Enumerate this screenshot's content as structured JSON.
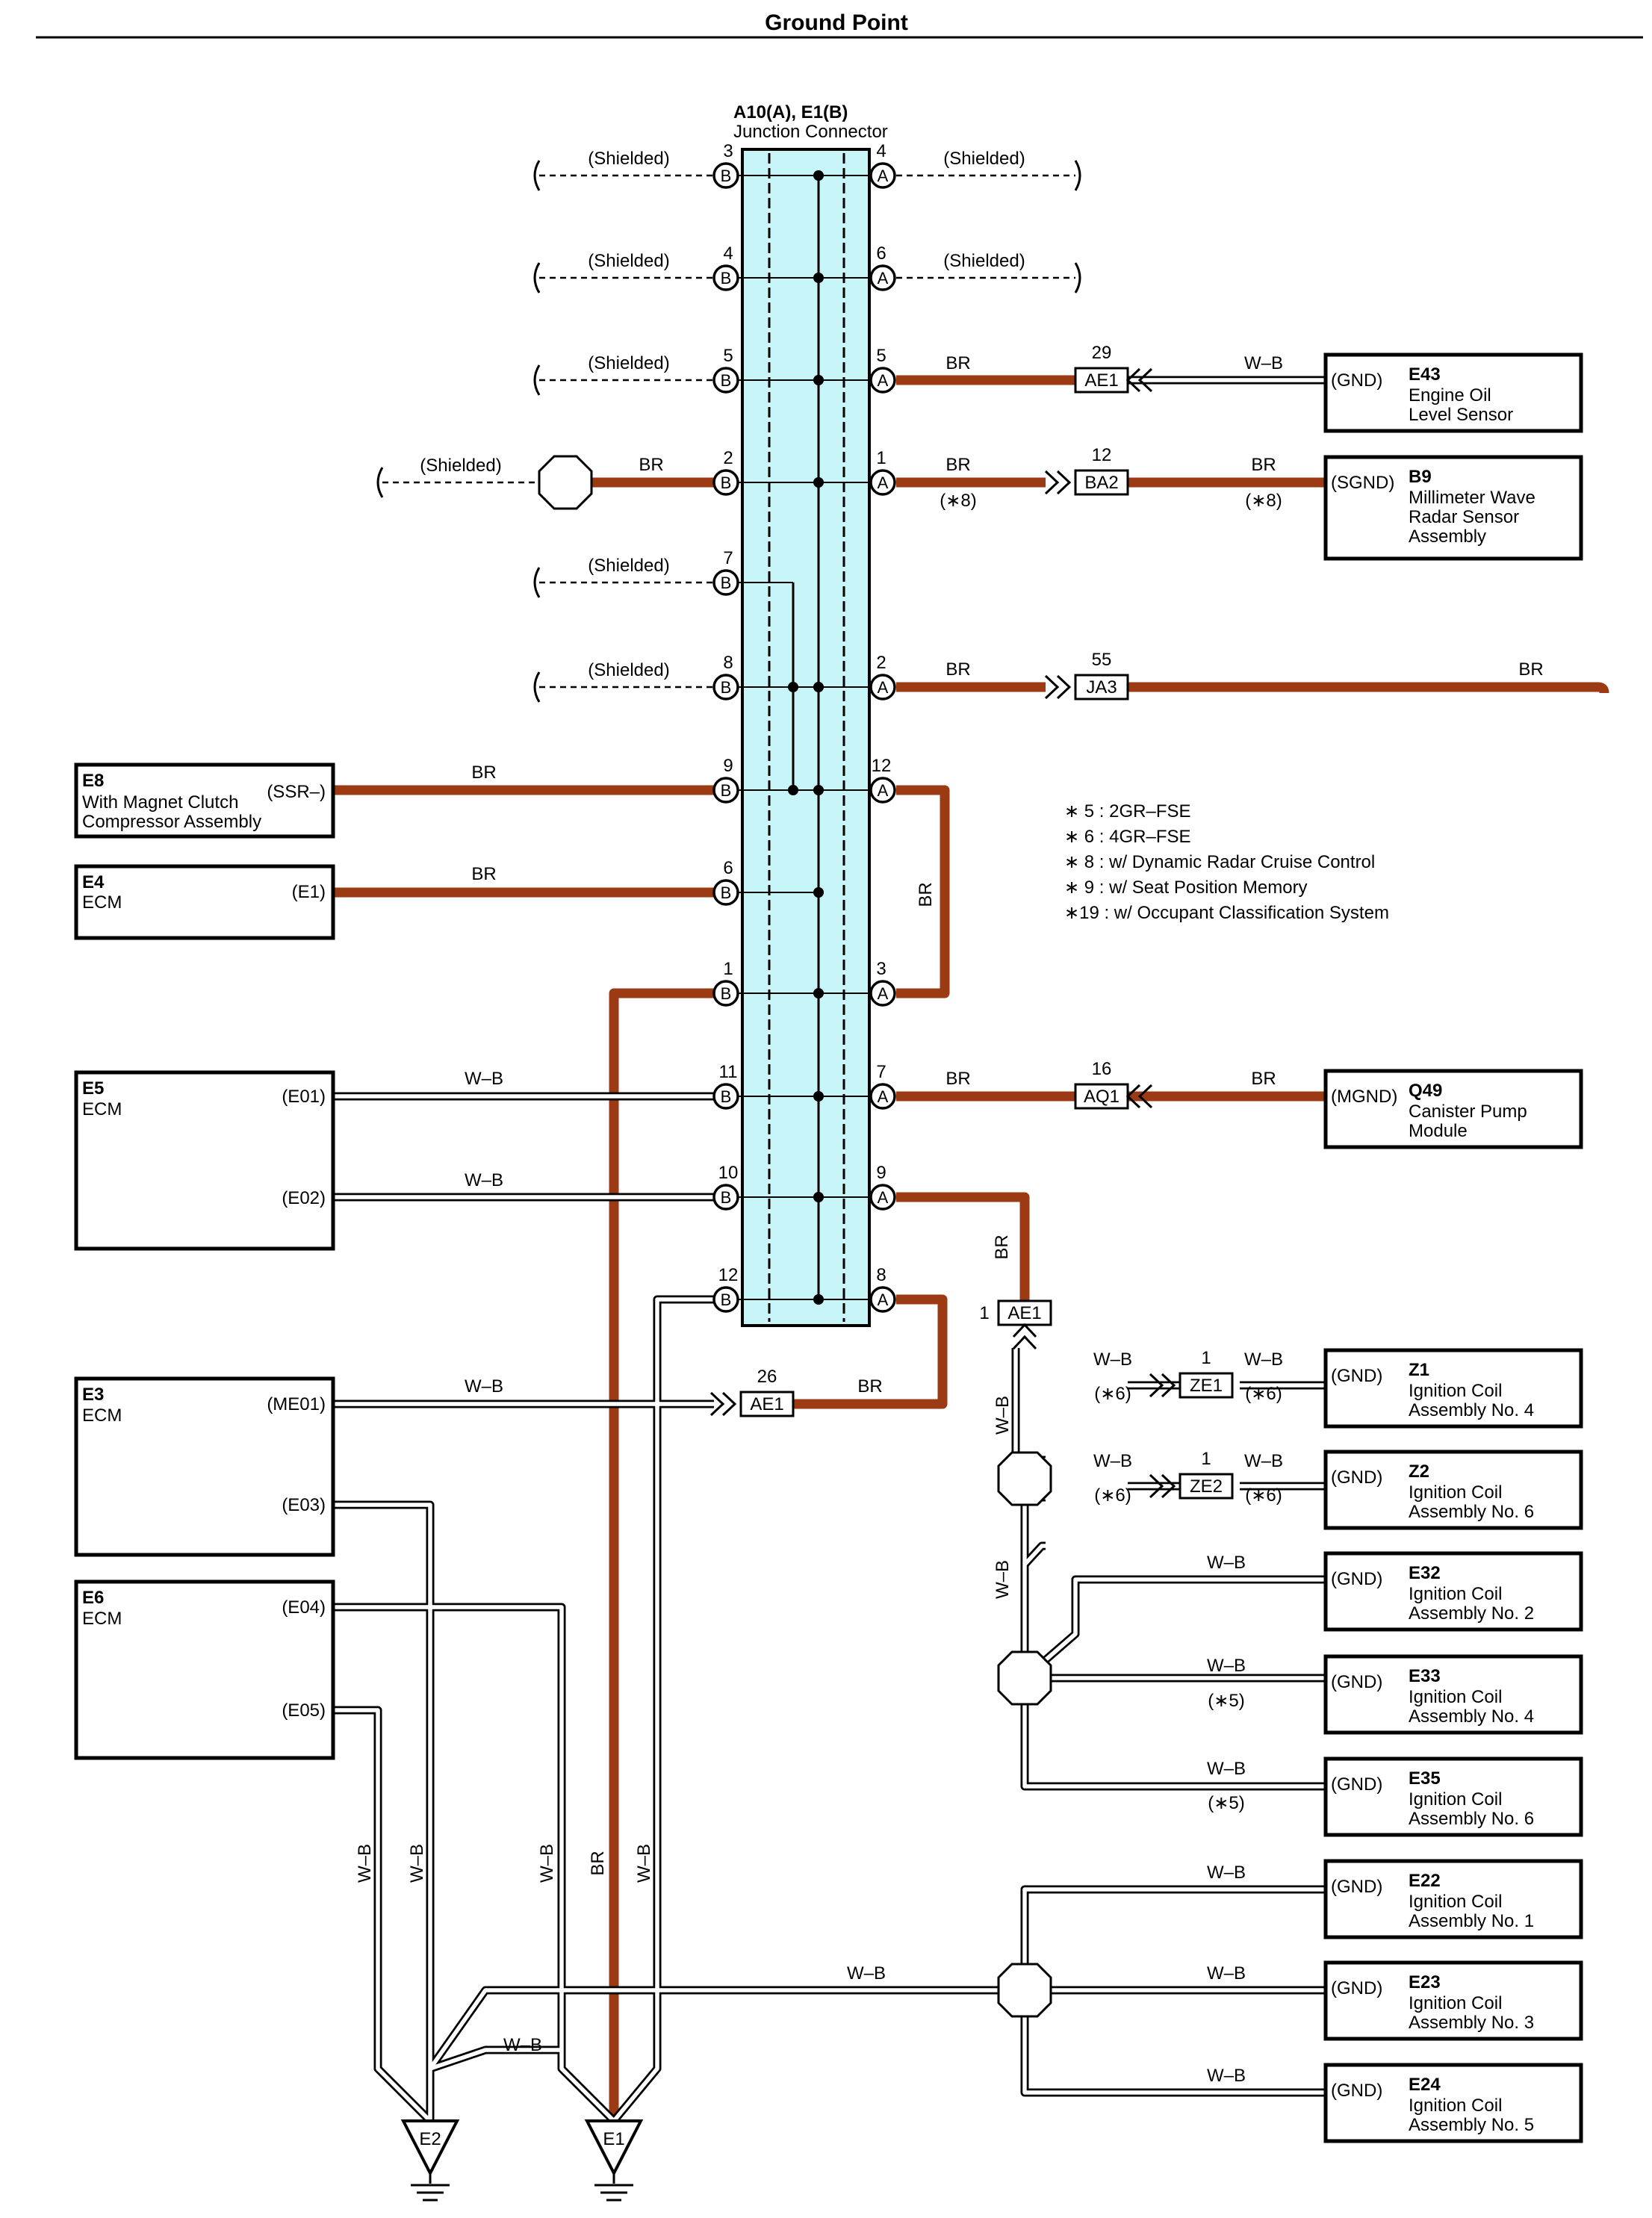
{
  "title": "Ground Point",
  "junction": {
    "name": "A10(A), E1(B)",
    "desc": "Junction Connector"
  },
  "wire_colors": {
    "BR": "#9c3a14",
    "W-B": "#ffffff"
  },
  "components": {
    "E43": {
      "code": "E43",
      "pin": "(GND)",
      "l1": "Engine Oil",
      "l2": "Level Sensor"
    },
    "B9": {
      "code": "B9",
      "pin": "(SGND)",
      "l1": "Millimeter Wave",
      "l2": "Radar Sensor",
      "l3": "Assembly"
    },
    "E8": {
      "code": "E8",
      "pin": "(SSR–)",
      "l1": "With Magnet Clutch",
      "l2": "Compressor Assembly"
    },
    "E4": {
      "code": "E4",
      "pin": "(E1)",
      "l1": "ECM"
    },
    "E5": {
      "code": "E5",
      "pin1": "(E01)",
      "pin2": "(E02)",
      "l1": "ECM"
    },
    "E3": {
      "code": "E3",
      "pin1": "(ME01)",
      "pin2": "(E03)",
      "l1": "ECM"
    },
    "E6": {
      "code": "E6",
      "pin1": "(E04)",
      "pin2": "(E05)",
      "l1": "ECM"
    },
    "Q49": {
      "code": "Q49",
      "pin": "(MGND)",
      "l1": "Canister Pump",
      "l2": "Module"
    },
    "Z1": {
      "code": "Z1",
      "pin": "(GND)",
      "l1": "Ignition Coil",
      "l2": "Assembly No.  4"
    },
    "Z2": {
      "code": "Z2",
      "pin": "(GND)",
      "l1": "Ignition Coil",
      "l2": "Assembly No.  6"
    },
    "E32": {
      "code": "E32",
      "pin": "(GND)",
      "l1": "Ignition Coil",
      "l2": "Assembly No.  2"
    },
    "E33": {
      "code": "E33",
      "pin": "(GND)",
      "l1": "Ignition Coil",
      "l2": "Assembly No.  4"
    },
    "E35": {
      "code": "E35",
      "pin": "(GND)",
      "l1": "Ignition Coil",
      "l2": "Assembly No.  6"
    },
    "E22": {
      "code": "E22",
      "pin": "(GND)",
      "l1": "Ignition Coil",
      "l2": "Assembly No.  1"
    },
    "E23": {
      "code": "E23",
      "pin": "(GND)",
      "l1": "Ignition Coil",
      "l2": "Assembly No.  3"
    },
    "E24": {
      "code": "E24",
      "pin": "(GND)",
      "l1": "Ignition Coil",
      "l2": "Assembly No.  5"
    }
  },
  "connectors": {
    "AE1_29": {
      "name": "AE1",
      "num": "29"
    },
    "BA2_12": {
      "name": "BA2",
      "num": "12"
    },
    "JA3_55": {
      "name": "JA3",
      "num": "55"
    },
    "AQ1_16": {
      "name": "AQ1",
      "num": "16"
    },
    "AE1_1": {
      "name": "AE1",
      "num": "1"
    },
    "AE1_26": {
      "name": "AE1",
      "num": "26"
    },
    "ZE1_1": {
      "name": "ZE1",
      "num": "1"
    },
    "ZE2_1": {
      "name": "ZE2",
      "num": "1"
    }
  },
  "pins": {
    "B3": "3",
    "B4": "4",
    "B5": "5",
    "B2": "2",
    "B7": "7",
    "B8": "8",
    "B9": "9",
    "B6": "6",
    "B1": "1",
    "B11": "11",
    "B10": "10",
    "B12": "12",
    "A4": "4",
    "A6": "6",
    "A5": "5",
    "A1": "1",
    "A2": "2",
    "A12": "12",
    "A3": "3",
    "A7": "7",
    "A9": "9",
    "A8": "8",
    "letterA": "A",
    "letterB": "B"
  },
  "labels": {
    "shielded": "(Shielded)",
    "br": "BR",
    "wb": "W–B",
    "n8": "(∗8)",
    "n6": "(∗6)",
    "n5": "(∗5)"
  },
  "grounds": {
    "e2": "E2",
    "e1": "E1"
  },
  "notes": [
    "∗ 5 : 2GR–FSE",
    "∗ 6 : 4GR–FSE",
    "∗ 8 : w/ Dynamic Radar Cruise Control",
    "∗ 9 : w/ Seat Position Memory",
    "∗19 : w/ Occupant Classification System"
  ]
}
